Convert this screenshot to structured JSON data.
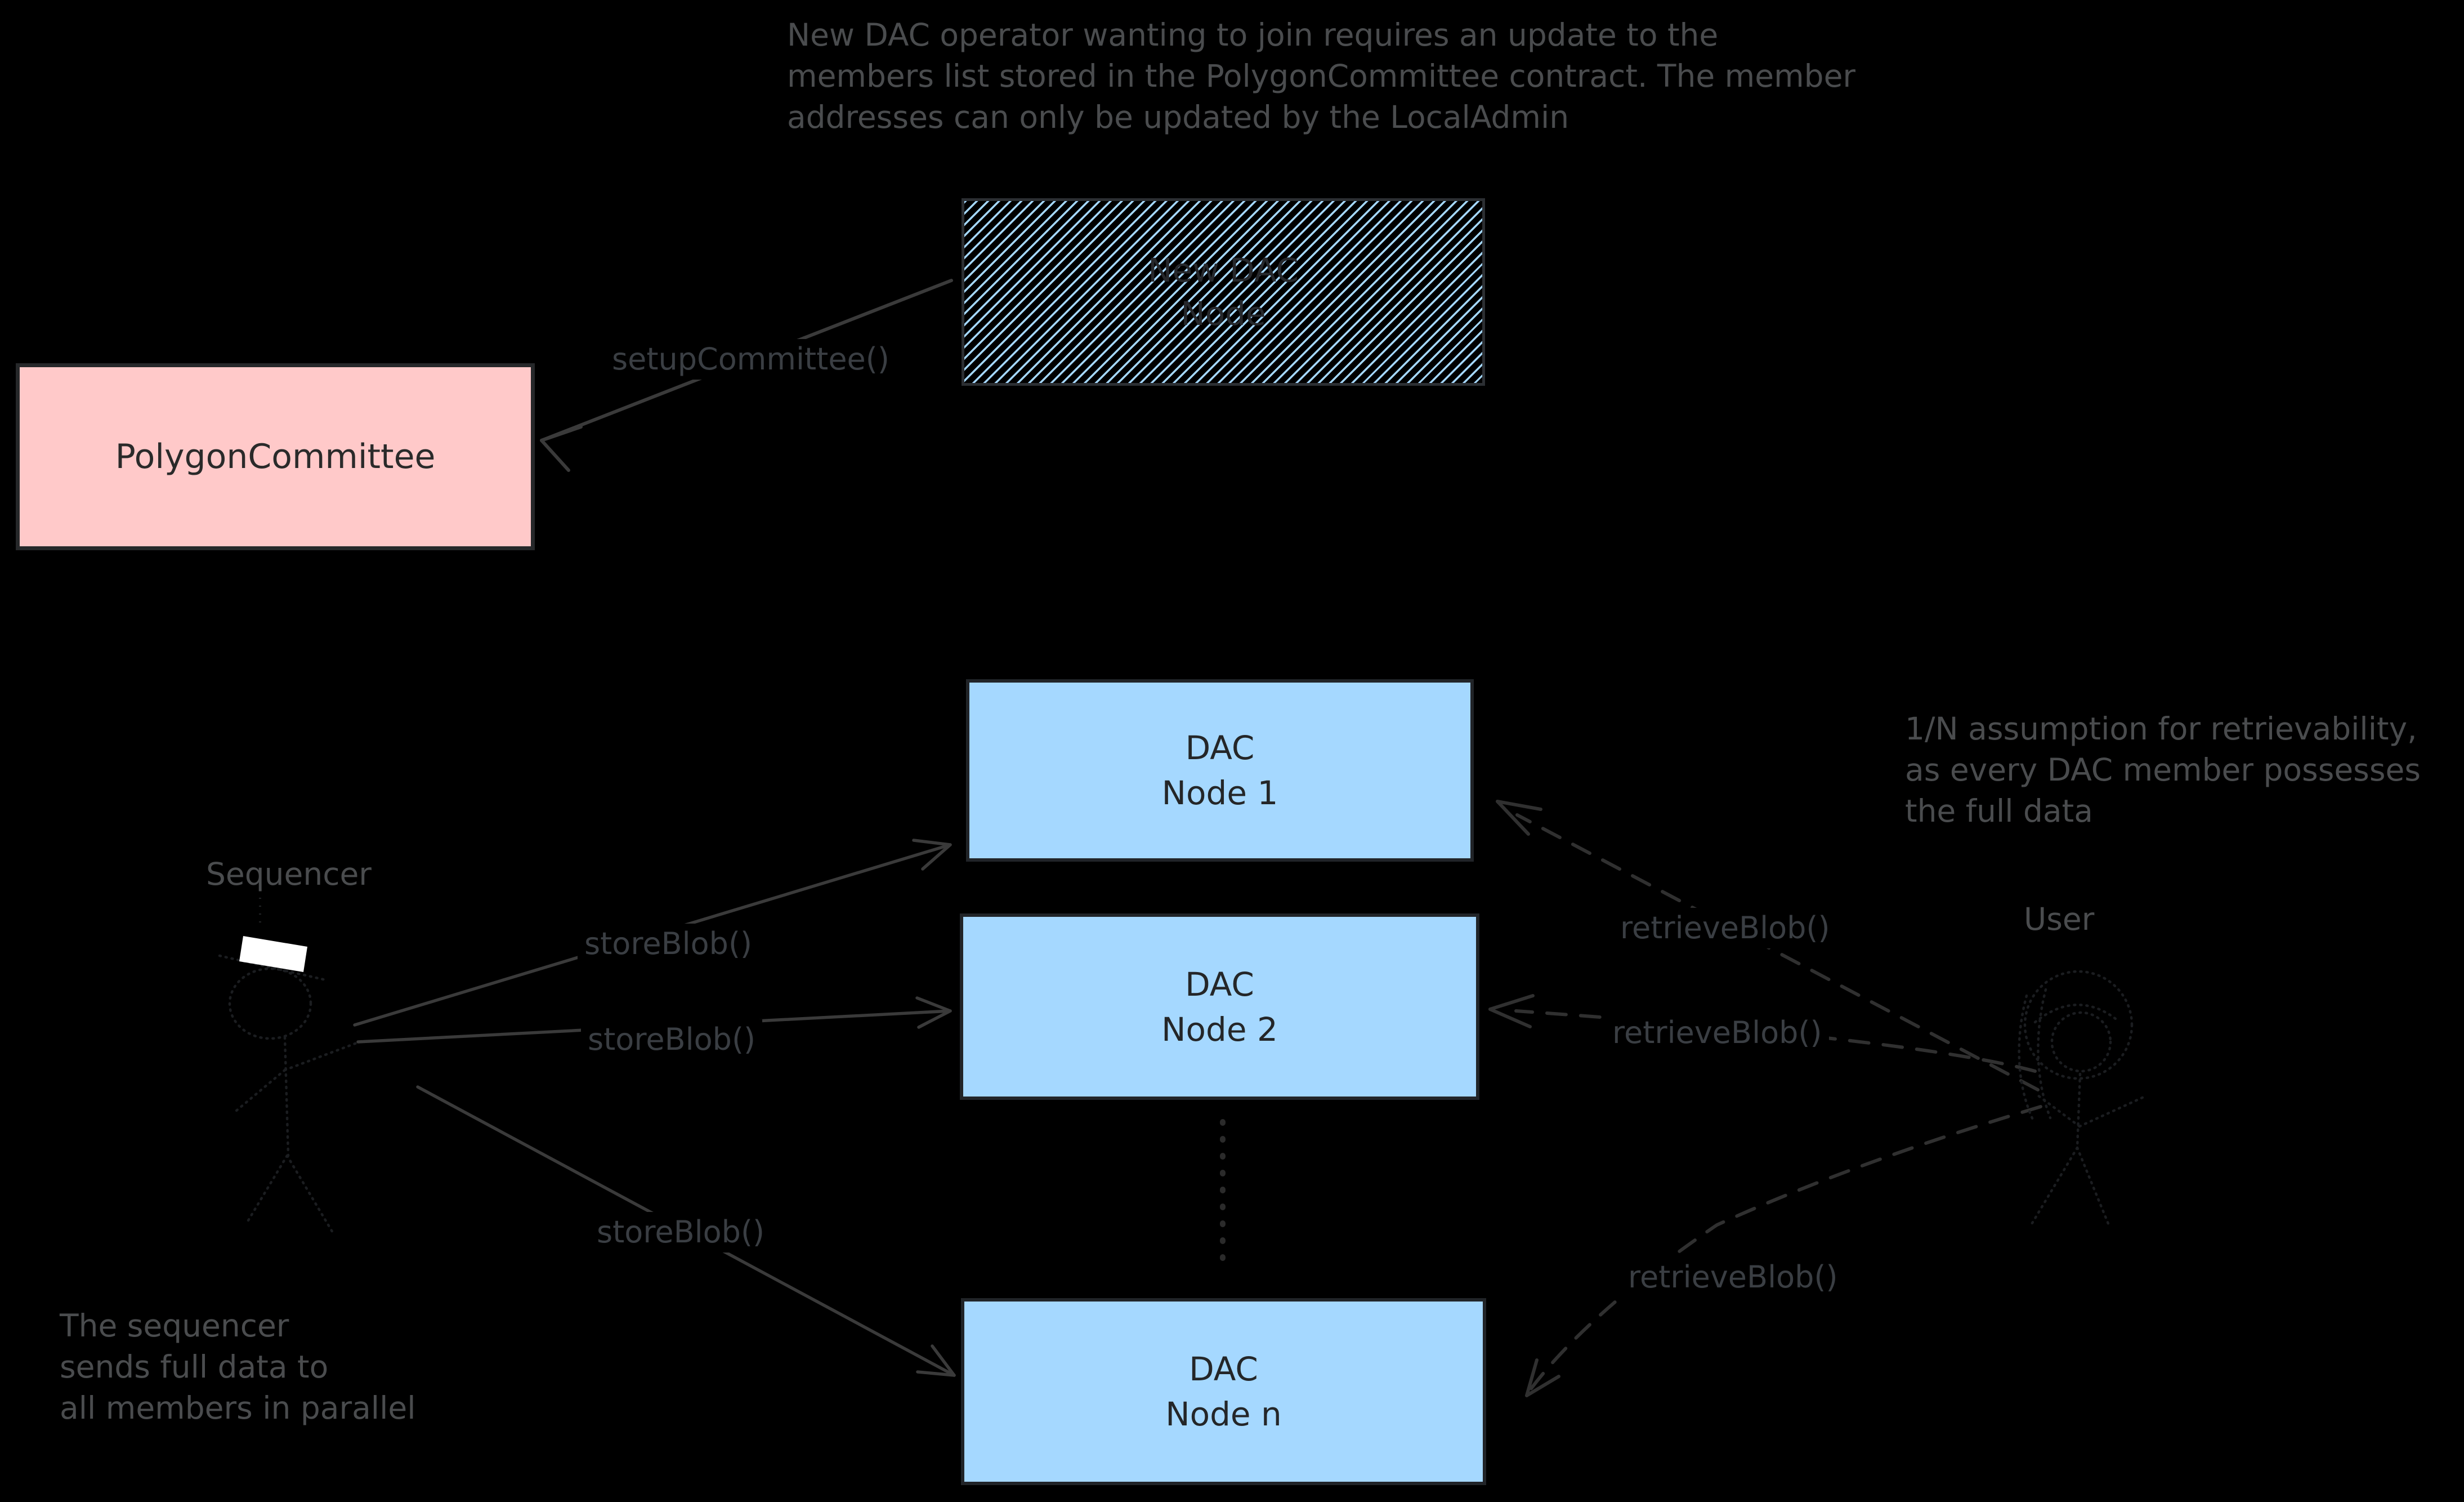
{
  "diagram": {
    "background": "#000000",
    "colors": {
      "node_fill": "#a5d8ff",
      "committee_fill": "#ffc9c9",
      "annotation_text": "#4a4c4e",
      "edge_label_text": "#3a3e43"
    },
    "annotations": {
      "top_note": {
        "lines": [
          "New DAC operator wanting to join requires an update to the",
          "members list stored in the PolygonCommittee contract. The member",
          "addresses can only be updated by the LocalAdmin"
        ]
      },
      "retrievability_note": {
        "lines": [
          "1/N assumption for retrievability,",
          "as every DAC member possesses",
          "the full data"
        ]
      },
      "sequencer_note": {
        "lines": [
          "The sequencer",
          "sends full data to",
          "all members in parallel"
        ]
      }
    },
    "actors": {
      "sequencer": {
        "label": "Sequencer"
      },
      "user": {
        "label": "User"
      }
    },
    "nodes": {
      "polygon_committee": {
        "label": "PolygonCommittee"
      },
      "new_dac_node": {
        "line1": "New DAC",
        "line2": "Node"
      },
      "dac_node_1": {
        "line1": "DAC",
        "line2": "Node 1"
      },
      "dac_node_2": {
        "line1": "DAC",
        "line2": "Node 2"
      },
      "dac_node_n": {
        "line1": "DAC",
        "line2": "Node n"
      }
    },
    "edges": {
      "setup_committee": {
        "label": "setupCommittee()"
      },
      "store_blob_1": {
        "label": "storeBlob()"
      },
      "store_blob_2": {
        "label": "storeBlob()"
      },
      "store_blob_3": {
        "label": "storeBlob()"
      },
      "retrieve_blob_1": {
        "label": "retrieveBlob()"
      },
      "retrieve_blob_2": {
        "label": "retrieveBlob()"
      },
      "retrieve_blob_3": {
        "label": "retrieveBlob()"
      }
    }
  }
}
